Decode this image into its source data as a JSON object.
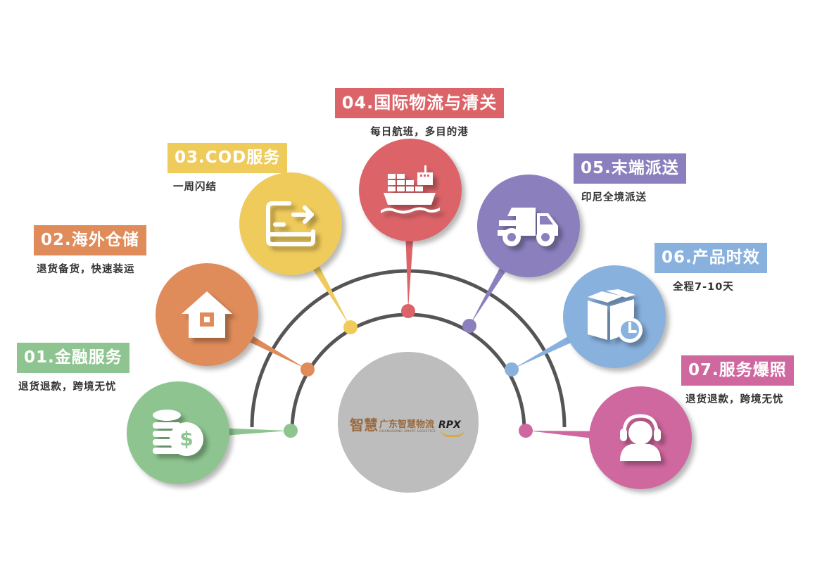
{
  "diagram": {
    "type": "radial-service-map",
    "center_logo": {
      "mark": "智慧",
      "cn_name": "广东智慧物流",
      "en_name": "GUANGDONG SMART LOGISTICS",
      "partner": "RPX"
    },
    "colors": {
      "arc": "#555555",
      "hub": "#bdbdbd",
      "text": "#333333"
    },
    "services": [
      {
        "id": "01",
        "title": "01.金融服务",
        "subtitle": "退货退款，跨境无忧",
        "icon": "coins-dollar-icon",
        "color": "#8dc48f"
      },
      {
        "id": "02",
        "title": "02.海外仓储",
        "subtitle": "退货备货，快速装运",
        "icon": "house-icon",
        "color": "#df8b5a"
      },
      {
        "id": "03",
        "title": "03.COD服务",
        "subtitle": "一周闪结",
        "icon": "payment-transfer-icon",
        "color": "#efcb5c"
      },
      {
        "id": "04",
        "title": "04.国际物流与清关",
        "subtitle": "每日航班，多目的港",
        "icon": "cargo-ship-icon",
        "color": "#dc6469"
      },
      {
        "id": "05",
        "title": "05.末端派送",
        "subtitle": "印尼全境派送",
        "icon": "delivery-truck-icon",
        "color": "#8b80bd"
      },
      {
        "id": "06",
        "title": "06.产品时效",
        "subtitle": "全程7-10天",
        "icon": "box-clock-icon",
        "color": "#89b1dd"
      },
      {
        "id": "07",
        "title": "07.服务爆照",
        "subtitle": "退货退款，跨境无忧",
        "icon": "headset-agent-icon",
        "color": "#cf689f"
      }
    ]
  }
}
